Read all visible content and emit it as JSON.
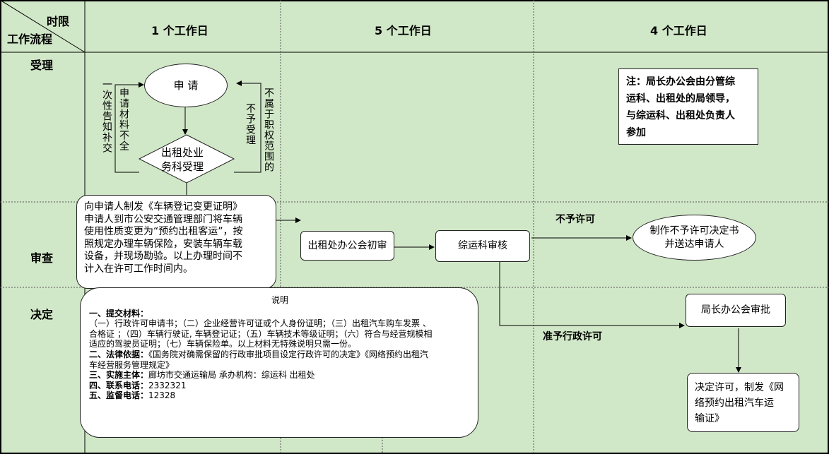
{
  "header": {
    "corner_top": "时限",
    "corner_bottom": "工作流程",
    "col1": "1 个工作日",
    "col2": "5 个工作日",
    "col3": "4 个工作日"
  },
  "rows": {
    "accept": "受理",
    "review": "审查",
    "decide": "决定"
  },
  "nodes": {
    "apply": "申      请",
    "dept_accept_1": "出租处业",
    "dept_accept_2": "务科受理",
    "left_notice": "一次性告知补交",
    "left_incomplete": "申请材料不全",
    "right_out_scope": "不属于职权范围的",
    "right_reject": "不予受理",
    "issue_lines": [
      "向申请人制发《车辆登记变更证明》",
      "申请人到市公安交通管理部门将车辆",
      "使用性质变更为“预约出租客运”，按",
      "照规定办理车辆保险，安装车辆车载",
      "设备，并现场勘验。以上办理时间不",
      "计入在许可工作时间内。"
    ],
    "first_review": "出租处办公会初审",
    "section_review": "综运科审核",
    "no_permit_label": "不予许可",
    "refuse_1": "制作不予许可决定书",
    "refuse_2": "并送达申请人",
    "approve_label": "准予行政许可",
    "bureau_approve": "局长办公会审批",
    "decision_lines": [
      "决定许可，制发《网",
      "络预约出租汽车运",
      "输证》"
    ]
  },
  "note": {
    "lines": [
      "注：局长办公会由分管综",
      "运科、出租处的局领导，",
      "与综运科、出租处负责人",
      "参加"
    ]
  },
  "explain": {
    "title": "说明",
    "items": [
      {
        "bold": "一、提交材料：",
        "text": ""
      },
      {
        "bold": "",
        "text": "（一）行政许可申请书；（二）企业经营许可证或个人身份证明；（三）出租汽车购车发票 、"
      },
      {
        "bold": "",
        "text": "合格证 ；（四）车辆行驶证, 车辆登记证；（五）车辆技术等级证明；（六）符合与经营规模相"
      },
      {
        "bold": "",
        "text": "适应的驾驶员证明；（七）车辆保险单。以上材料无特殊说明只需一份。"
      },
      {
        "bold": "二、法律依据：",
        "text": "《国务院对确需保留的行政审批项目设定行政许可的决定》《网络预约出租汽"
      },
      {
        "bold": "",
        "text": "车经营服务管理规定》"
      },
      {
        "bold": "三、实施主体：",
        "text": "廊坊市交通运输局   承办机构：综运科  出租处"
      },
      {
        "bold": "四、联系电话：",
        "text": "2332321"
      },
      {
        "bold": "五、监督电话：",
        "text": "12328"
      }
    ]
  }
}
